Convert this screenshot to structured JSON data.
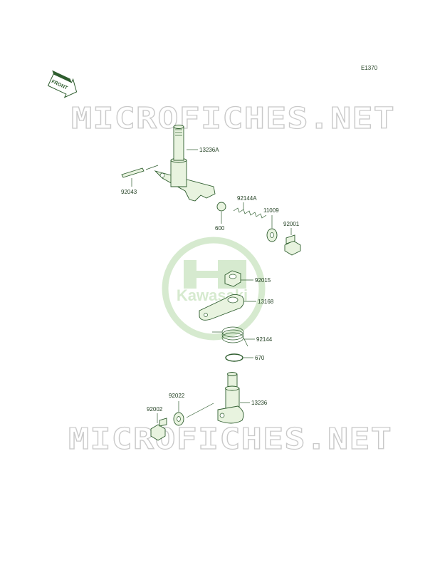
{
  "diagram_code": "E1370",
  "front_marker": "FRONT",
  "watermark_text": "MICROFICHES.NET",
  "logo_text": "Kawasaki",
  "colors": {
    "part_fill": "#e8f3df",
    "line": "#2e5d2e",
    "logo": "#b5d9a8",
    "watermark": "#c9c9c9"
  },
  "part_labels": {
    "p13236A": "13236A",
    "p92043": "92043",
    "p92144A": "92144A",
    "p11009": "11009",
    "p92001": "92001",
    "p600": "600",
    "p92015": "92015",
    "p13168": "13168",
    "p92144": "92144",
    "p670": "670",
    "p92022": "92022",
    "p92002": "92002",
    "p13236": "13236"
  }
}
